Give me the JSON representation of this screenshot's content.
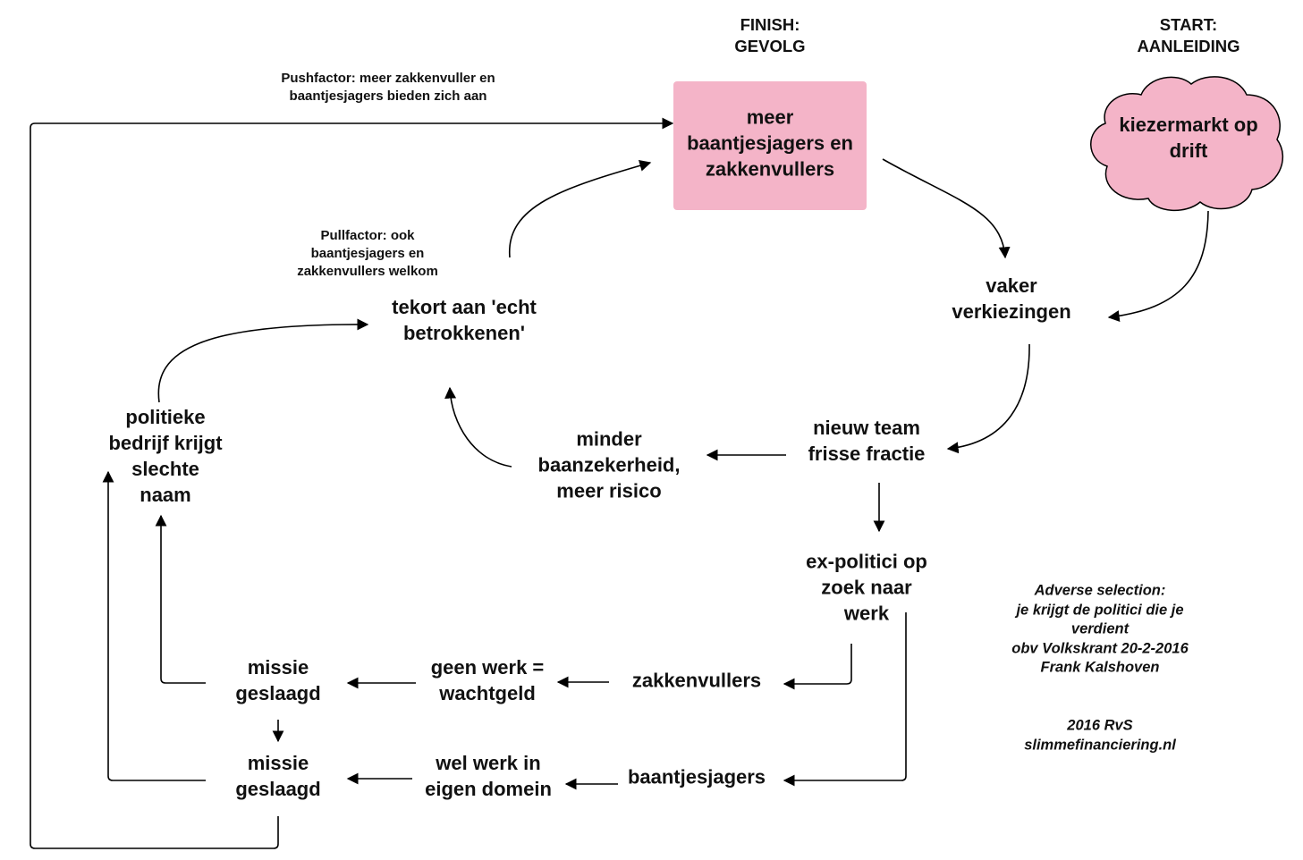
{
  "headers": {
    "finish": [
      "FINISH:",
      "GEVOLG"
    ],
    "start": [
      "START:",
      "AANLEIDING"
    ]
  },
  "nodes": {
    "gevolg": [
      "meer",
      "baantjesjagers en",
      "zakkenvullers"
    ],
    "aanleiding": [
      "kiezermarkt op",
      "drift"
    ],
    "verkiezingen": [
      "vaker",
      "verkiezingen"
    ],
    "nieuw_team": [
      "nieuw team",
      "frisse fractie"
    ],
    "minder_baanzekerheid": [
      "minder",
      "baanzekerheid,",
      "meer risico"
    ],
    "tekort": [
      "tekort aan 'echt",
      "betrokkenen'"
    ],
    "slechte_naam": [
      "politieke",
      "bedrijf krijgt",
      "slechte",
      "naam"
    ],
    "ex_politici": [
      "ex-politici op",
      "zoek naar",
      "werk"
    ],
    "zakkenvullers": [
      "zakkenvullers"
    ],
    "geen_werk": [
      "geen werk =",
      "wachtgeld"
    ],
    "missie_1": [
      "missie",
      "geslaagd"
    ],
    "baantjesjagers": [
      "baantjesjagers"
    ],
    "wel_werk": [
      "wel werk in",
      "eigen domein"
    ],
    "missie_2": [
      "missie",
      "geslaagd"
    ]
  },
  "labels": {
    "pushfactor": [
      "Pushfactor: meer zakkenvuller en",
      "baantjesjagers bieden zich aan"
    ],
    "pullfactor": [
      "Pullfactor: ook",
      "baantjesjagers en",
      "zakkenvullers welkom"
    ]
  },
  "notes": {
    "source": [
      "Adverse selection:",
      "je krijgt de politici die je",
      "verdient",
      "obv Volkskrant 20-2-2016",
      "Frank Kalshoven"
    ],
    "credit": [
      "2016 RvS",
      "slimmefinanciering.nl"
    ]
  },
  "colors": {
    "finish_fill": "#f4b4c8",
    "cloud_fill": "#f4b4c8",
    "stroke": "#000000"
  }
}
